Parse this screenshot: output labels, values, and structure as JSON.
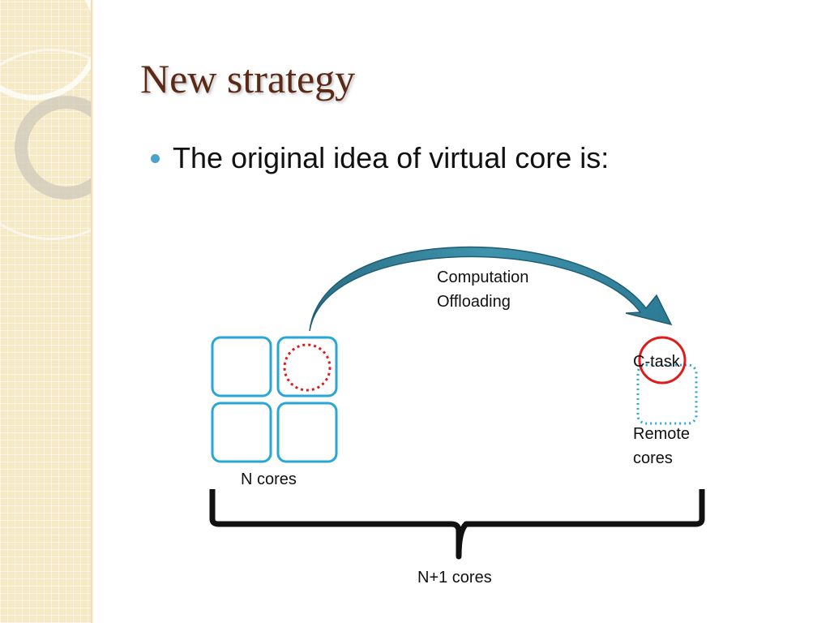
{
  "slide": {
    "title": "New strategy",
    "bullet": "The original idea of virtual core is:"
  },
  "diagram": {
    "offload_label": [
      "Computation",
      "Offloading"
    ],
    "ctask_label": "C-task",
    "remote_label": [
      "Remote",
      "cores"
    ],
    "ncores_label": "N cores",
    "total_label": "N+1 cores"
  },
  "colors": {
    "title": "#5a2a16",
    "bullet": "#4aa3c8",
    "core_border": "#29a6d8",
    "task_red": "#e01b1b",
    "arrow": "#2f7e99"
  }
}
